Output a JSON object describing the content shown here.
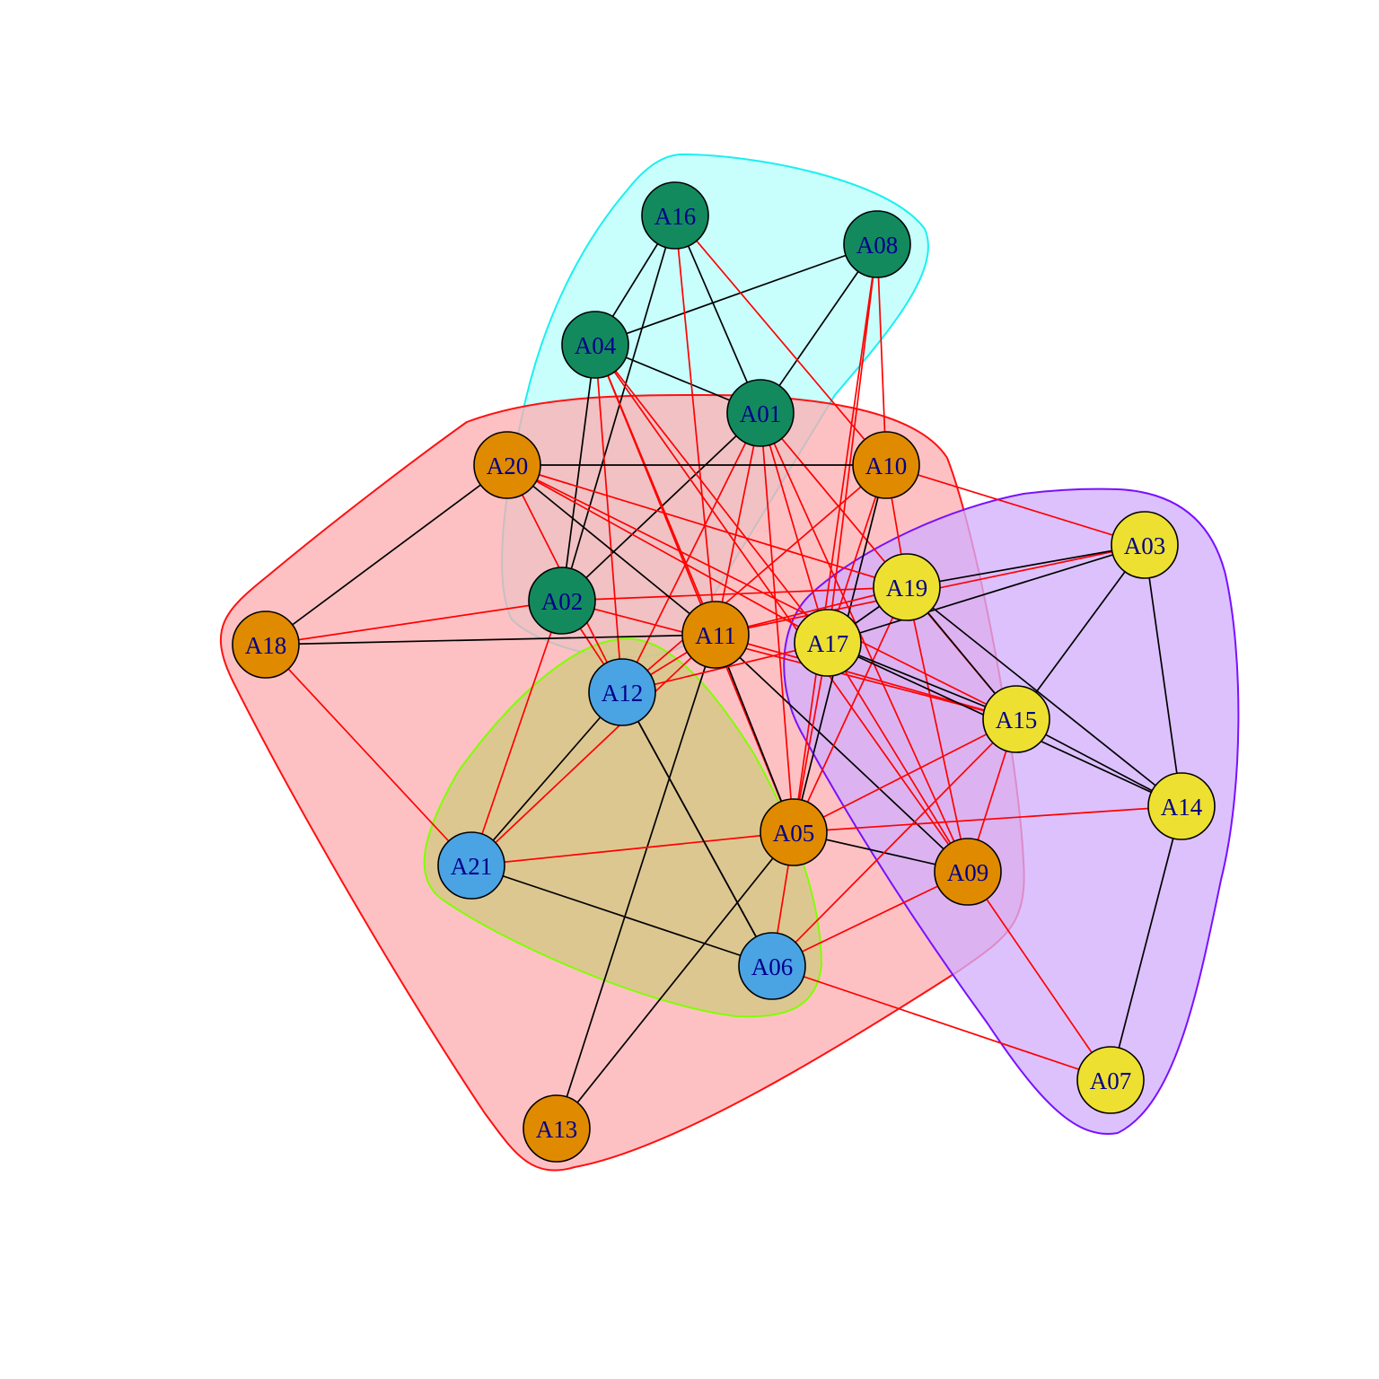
{
  "colors": {
    "groups": {
      "green": "#138a5e",
      "orange": "#e08a00",
      "blue": "#4aa3e3",
      "yellow": "#eee030"
    },
    "edge_within": "#000000",
    "edge_between": "#ff0000",
    "label": "#00008b"
  },
  "hulls": [
    {
      "id": "hull-cyan",
      "fill": "#b8fffd",
      "stroke": "#1af0f0",
      "members": [
        "A16",
        "A08",
        "A04",
        "A01",
        "A02"
      ]
    },
    {
      "id": "hull-red",
      "fill": "#fdb0b4",
      "stroke": "#ff1010",
      "members": [
        "A20",
        "A10",
        "A18",
        "A11",
        "A05",
        "A09",
        "A13"
      ]
    },
    {
      "id": "hull-olive",
      "fill": "#d3c983",
      "stroke": "#80ff00",
      "members": [
        "A12",
        "A21",
        "A06"
      ]
    },
    {
      "id": "hull-purple",
      "fill": "#d2b0fd",
      "stroke": "#7a10ff",
      "members": [
        "A03",
        "A19",
        "A17",
        "A15",
        "A14",
        "A07"
      ]
    }
  ],
  "nodes": [
    {
      "id": "A01",
      "label": "A01",
      "group": "green"
    },
    {
      "id": "A02",
      "label": "A02",
      "group": "green"
    },
    {
      "id": "A03",
      "label": "A03",
      "group": "yellow"
    },
    {
      "id": "A04",
      "label": "A04",
      "group": "green"
    },
    {
      "id": "A05",
      "label": "A05",
      "group": "orange"
    },
    {
      "id": "A06",
      "label": "A06",
      "group": "blue"
    },
    {
      "id": "A07",
      "label": "A07",
      "group": "yellow"
    },
    {
      "id": "A08",
      "label": "A08",
      "group": "green"
    },
    {
      "id": "A09",
      "label": "A09",
      "group": "orange"
    },
    {
      "id": "A10",
      "label": "A10",
      "group": "orange"
    },
    {
      "id": "A11",
      "label": "A11",
      "group": "orange"
    },
    {
      "id": "A12",
      "label": "A12",
      "group": "blue"
    },
    {
      "id": "A13",
      "label": "A13",
      "group": "orange"
    },
    {
      "id": "A14",
      "label": "A14",
      "group": "yellow"
    },
    {
      "id": "A15",
      "label": "A15",
      "group": "yellow"
    },
    {
      "id": "A16",
      "label": "A16",
      "group": "green"
    },
    {
      "id": "A17",
      "label": "A17",
      "group": "yellow"
    },
    {
      "id": "A18",
      "label": "A18",
      "group": "orange"
    },
    {
      "id": "A19",
      "label": "A19",
      "group": "yellow"
    },
    {
      "id": "A20",
      "label": "A20",
      "group": "orange"
    },
    {
      "id": "A21",
      "label": "A21",
      "group": "blue"
    }
  ],
  "edges": [
    [
      "A16",
      "A04"
    ],
    [
      "A16",
      "A02"
    ],
    [
      "A16",
      "A01"
    ],
    [
      "A08",
      "A04"
    ],
    [
      "A08",
      "A01"
    ],
    [
      "A04",
      "A01"
    ],
    [
      "A04",
      "A02"
    ],
    [
      "A01",
      "A02"
    ],
    [
      "A16",
      "A11"
    ],
    [
      "A16",
      "A10"
    ],
    [
      "A08",
      "A17"
    ],
    [
      "A08",
      "A10"
    ],
    [
      "A08",
      "A05"
    ],
    [
      "A04",
      "A12"
    ],
    [
      "A04",
      "A17"
    ],
    [
      "A04",
      "A11"
    ],
    [
      "A04",
      "A09"
    ],
    [
      "A04",
      "A05"
    ],
    [
      "A01",
      "A11"
    ],
    [
      "A01",
      "A12"
    ],
    [
      "A01",
      "A17"
    ],
    [
      "A01",
      "A05"
    ],
    [
      "A01",
      "A09"
    ],
    [
      "A01",
      "A15"
    ],
    [
      "A02",
      "A19"
    ],
    [
      "A02",
      "A12"
    ],
    [
      "A02",
      "A21"
    ],
    [
      "A02",
      "A15"
    ],
    [
      "A02",
      "A18"
    ],
    [
      "A20",
      "A10"
    ],
    [
      "A20",
      "A18"
    ],
    [
      "A20",
      "A11"
    ],
    [
      "A18",
      "A11"
    ],
    [
      "A11",
      "A05"
    ],
    [
      "A11",
      "A13"
    ],
    [
      "A11",
      "A09"
    ],
    [
      "A05",
      "A13"
    ],
    [
      "A05",
      "A09"
    ],
    [
      "A10",
      "A05"
    ],
    [
      "A10",
      "A17"
    ],
    [
      "A20",
      "A19"
    ],
    [
      "A20",
      "A17"
    ],
    [
      "A20",
      "A15"
    ],
    [
      "A20",
      "A12"
    ],
    [
      "A18",
      "A21"
    ],
    [
      "A10",
      "A03"
    ],
    [
      "A10",
      "A12"
    ],
    [
      "A11",
      "A03"
    ],
    [
      "A11",
      "A19"
    ],
    [
      "A11",
      "A15"
    ],
    [
      "A11",
      "A21"
    ],
    [
      "A11",
      "A12"
    ],
    [
      "A05",
      "A14"
    ],
    [
      "A05",
      "A15"
    ],
    [
      "A09",
      "A15"
    ],
    [
      "A12",
      "A06"
    ],
    [
      "A12",
      "A17"
    ],
    [
      "A21",
      "A05"
    ],
    [
      "A06",
      "A07"
    ],
    [
      "A06",
      "A15"
    ],
    [
      "A06",
      "A09"
    ],
    [
      "A06",
      "A05"
    ],
    [
      "A17",
      "A09"
    ],
    [
      "A19",
      "A05"
    ],
    [
      "A12",
      "A21"
    ],
    [
      "A12",
      "A06"
    ],
    [
      "A21",
      "A06"
    ],
    [
      "A10",
      "A19"
    ],
    [
      "A19",
      "A03"
    ],
    [
      "A19",
      "A15"
    ],
    [
      "A19",
      "A14"
    ],
    [
      "A19",
      "A09"
    ],
    [
      "A19",
      "A17"
    ],
    [
      "A17",
      "A03"
    ],
    [
      "A17",
      "A15"
    ],
    [
      "A17",
      "A14"
    ],
    [
      "A17",
      "A05"
    ],
    [
      "A03",
      "A15"
    ],
    [
      "A03",
      "A14"
    ],
    [
      "A15",
      "A14"
    ],
    [
      "A14",
      "A07"
    ],
    [
      "A09",
      "A07"
    ]
  ]
}
